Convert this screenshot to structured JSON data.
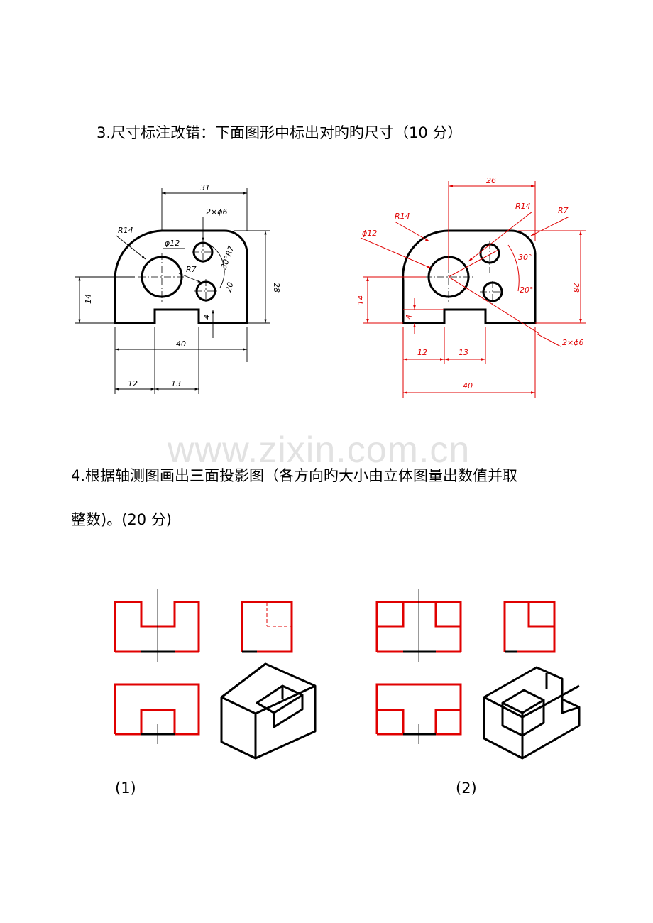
{
  "watermark": "www.zixin.com.cn",
  "question3": {
    "title": "3.尺寸标注改错：下面图形中标出对旳旳尺寸（10 分）",
    "wrong_drawing": {
      "dims": {
        "d31": "31",
        "d2phi6": "2×ϕ6",
        "dR14": "R14",
        "dphi12": "ϕ12",
        "dR7": "R7",
        "d30R7": "30°R7",
        "d28": "28",
        "d14": "14",
        "d20": "20",
        "d4": "4",
        "d40": "40",
        "d12": "12",
        "d13": "13"
      }
    },
    "correct_drawing": {
      "dims": {
        "d26": "26",
        "dR14": "R14",
        "dR14b": "R14",
        "dR7": "R7",
        "dphi12": "ϕ12",
        "d30": "30°",
        "d20": "20°",
        "d28": "28",
        "d14": "14",
        "d4": "4",
        "d12": "12",
        "d13": "13",
        "d40": "40",
        "d2phi6": "2×ϕ6"
      }
    }
  },
  "question4": {
    "title_line1": "4.根据轴测图画出三面投影图（各方向旳大小由立体图量出数值并取",
    "title_line2": "整数)。(20 分)",
    "figures": [
      {
        "label": "(1)"
      },
      {
        "label": "(2)"
      }
    ]
  },
  "colors": {
    "correction_red": "#e00000",
    "line_black": "#000000",
    "watermark": "#e2e2e2"
  }
}
